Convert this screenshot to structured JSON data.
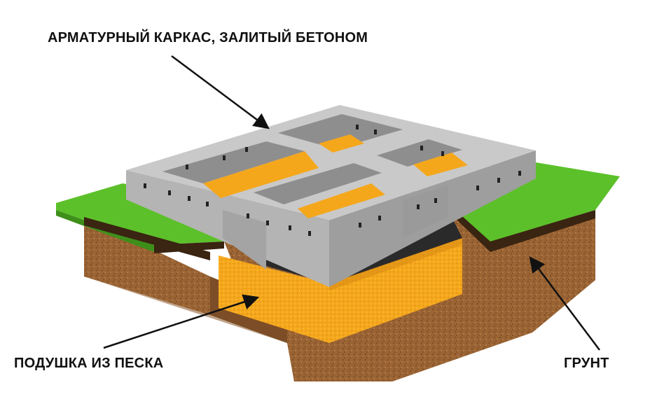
{
  "labels": {
    "frame": "АРМАТУРНЫЙ КАРКАС, ЗАЛИТЫЙ БЕТОНОМ",
    "sand_cushion": "ПОДУШКА ИЗ ПЕСКА",
    "soil": "ГРУНТ"
  },
  "colors": {
    "concrete_top": "#c9c9c9",
    "concrete_side": "#a9a9a9",
    "concrete_dark": "#8e8e8e",
    "sand": "#f5a71c",
    "sand_dark": "#d88a12",
    "soil": "#9a6434",
    "soil_dark": "#6e4220",
    "grass": "#5cc02a",
    "grass_dark": "#3e8f1a",
    "arrow": "#111111"
  }
}
